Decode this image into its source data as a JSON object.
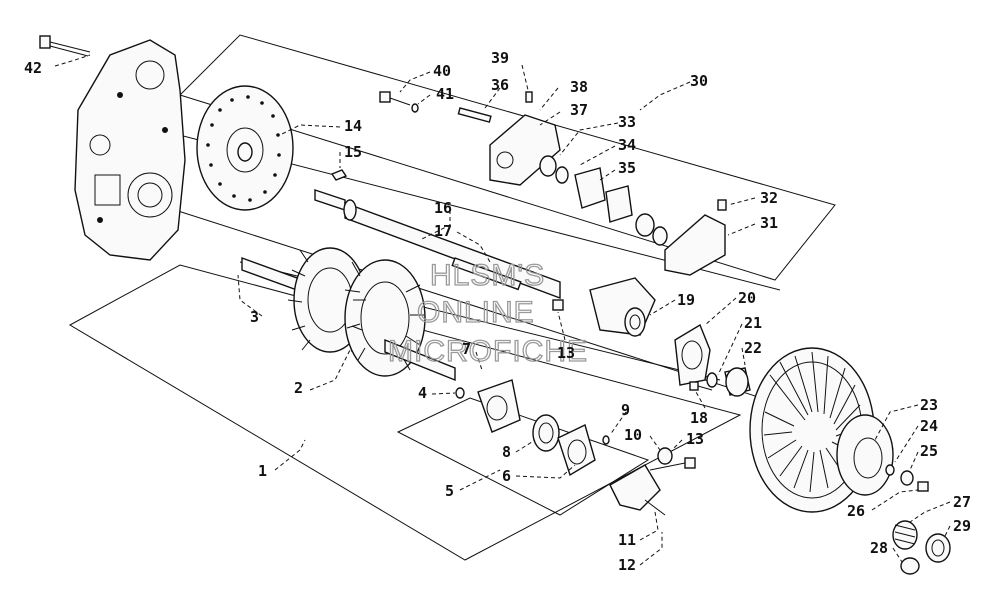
{
  "callouts": {
    "c1": "1",
    "c2": "2",
    "c3": "3",
    "c4": "4",
    "c5": "5",
    "c6": "6",
    "c7": "7",
    "c8": "8",
    "c9": "9",
    "c10": "10",
    "c11": "11",
    "c12": "12",
    "c13a": "13",
    "c13b": "13",
    "c14": "14",
    "c15": "15",
    "c16": "16",
    "c17": "17",
    "c18": "18",
    "c19": "19",
    "c20": "20",
    "c21": "21",
    "c22": "22",
    "c23": "23",
    "c24": "24",
    "c25": "25",
    "c26": "26",
    "c27": "27",
    "c28": "28",
    "c29": "29",
    "c30": "30",
    "c31": "31",
    "c32": "32",
    "c33": "33",
    "c34": "34",
    "c35": "35",
    "c36": "36",
    "c37": "37",
    "c38": "38",
    "c39": "39",
    "c40": "40",
    "c41": "41",
    "c42": "42"
  },
  "watermark": {
    "line1": "HLSM'S",
    "line2": "ONLINE",
    "line3": "MICROFICHE"
  }
}
